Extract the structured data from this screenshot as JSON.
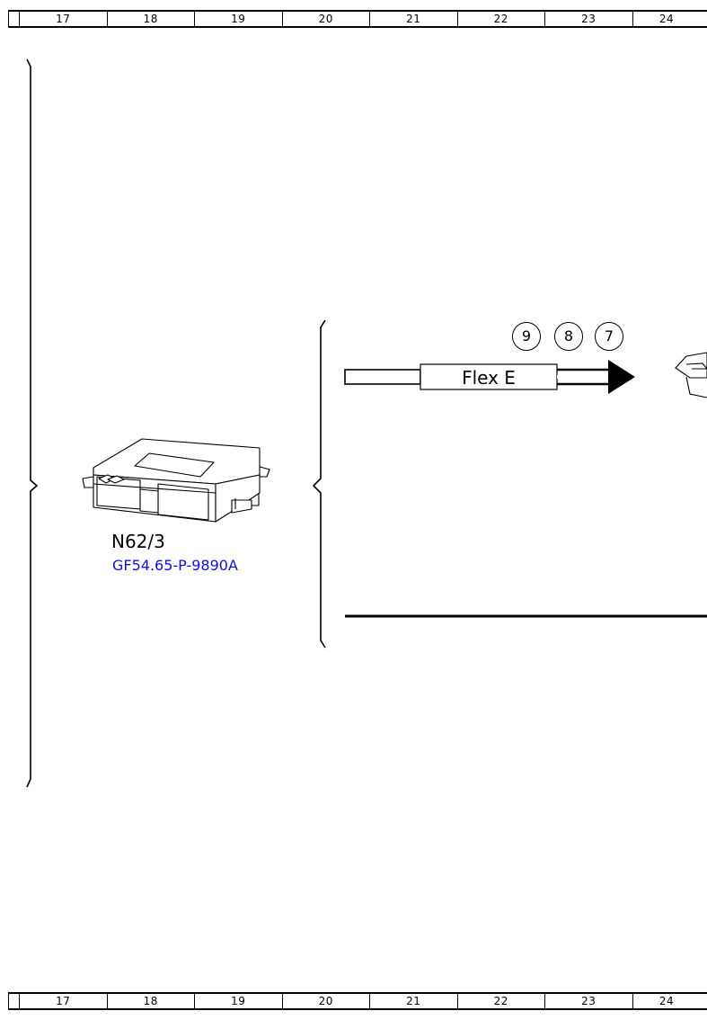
{
  "ruler": {
    "columns": [
      "17",
      "18",
      "19",
      "20",
      "21",
      "22",
      "23",
      "24"
    ]
  },
  "component": {
    "designation": "N62/3",
    "reference": "GF54.65-P-9890A"
  },
  "bus": {
    "name": "Flex E",
    "pins": [
      "9",
      "8",
      "7"
    ]
  },
  "colors": {
    "link": "#1010d8",
    "line": "#000000"
  }
}
